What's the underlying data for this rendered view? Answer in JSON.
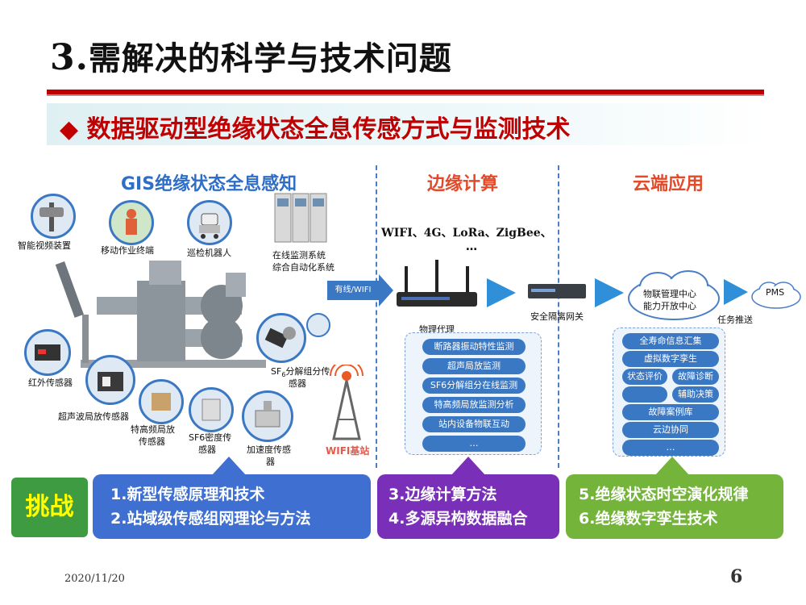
{
  "title": {
    "number": "3.",
    "text": "需解决的科学与技术问题"
  },
  "subtitle": "◆ 数据驱动型绝缘状态全息传感方式与监测技术",
  "sections": {
    "gis": "GIS绝缘状态全息感知",
    "edge": "边缘计算",
    "cloud": "云端应用"
  },
  "gis_labels": {
    "video": "智能视频装置",
    "mobile": "移动作业终端",
    "robot": "巡检机器人",
    "monitor_line1": "在线监测系统",
    "monitor_line2": "综合自动化系统",
    "infrared": "红外传感器",
    "ultrasonic": "超声波局放传感器",
    "uhf_line1": "特高频局放",
    "uhf_line2": "传感器",
    "sf6_line1": "SF6密度传",
    "sf6_line2": "感器",
    "accel_line1": "加速度传感",
    "accel_line2": "器",
    "sf6d_line1": "SF",
    "sf6d_sub": "6",
    "sf6d_rest": "分解组分传",
    "sf6d_line2": "感器",
    "wifi_station": "WIFI基站"
  },
  "edge": {
    "protocols_line1": "WIFI、4G、LoRa、ZigBee、",
    "protocols_line2": "…",
    "wired": "有线/WIFI",
    "iot_agent": "物理代理",
    "gateway": "安全隔离网关",
    "items": [
      "断路器振动特性监测",
      "超声局放监测",
      "SF6分解组分在线监测",
      "特高频局放监测分析",
      "站内设备物联互动",
      "…"
    ]
  },
  "cloud": {
    "center_line1": "物联管理中心",
    "center_line2": "能力开放中心",
    "pms": "PMS",
    "task_push": "任务推送",
    "item_full1": "全寿命信息汇集",
    "item_full2": "虚拟数字孪生",
    "item_left3": "状态评价",
    "item_right3": "故障诊断",
    "item_left4": "",
    "item_right4": "辅助决策",
    "item_full5": "故障案例库",
    "item_full6": "云边协同",
    "item_full7": "…"
  },
  "challenge": {
    "label": "挑战",
    "blue": [
      "1.新型传感原理和技术",
      "2.站域级传感组网理论与方法"
    ],
    "purple": [
      "3.边缘计算方法",
      "4.多源异构数据融合"
    ],
    "green": [
      "5.绝缘状态时空演化规律",
      "6.绝缘数字孪生技术"
    ]
  },
  "footer": {
    "date": "2020/11/20",
    "page": "6"
  },
  "colors": {
    "accent_red": "#c00000",
    "blue": "#3b78c4",
    "purple": "#7a2fb8",
    "green": "#74b43a"
  }
}
